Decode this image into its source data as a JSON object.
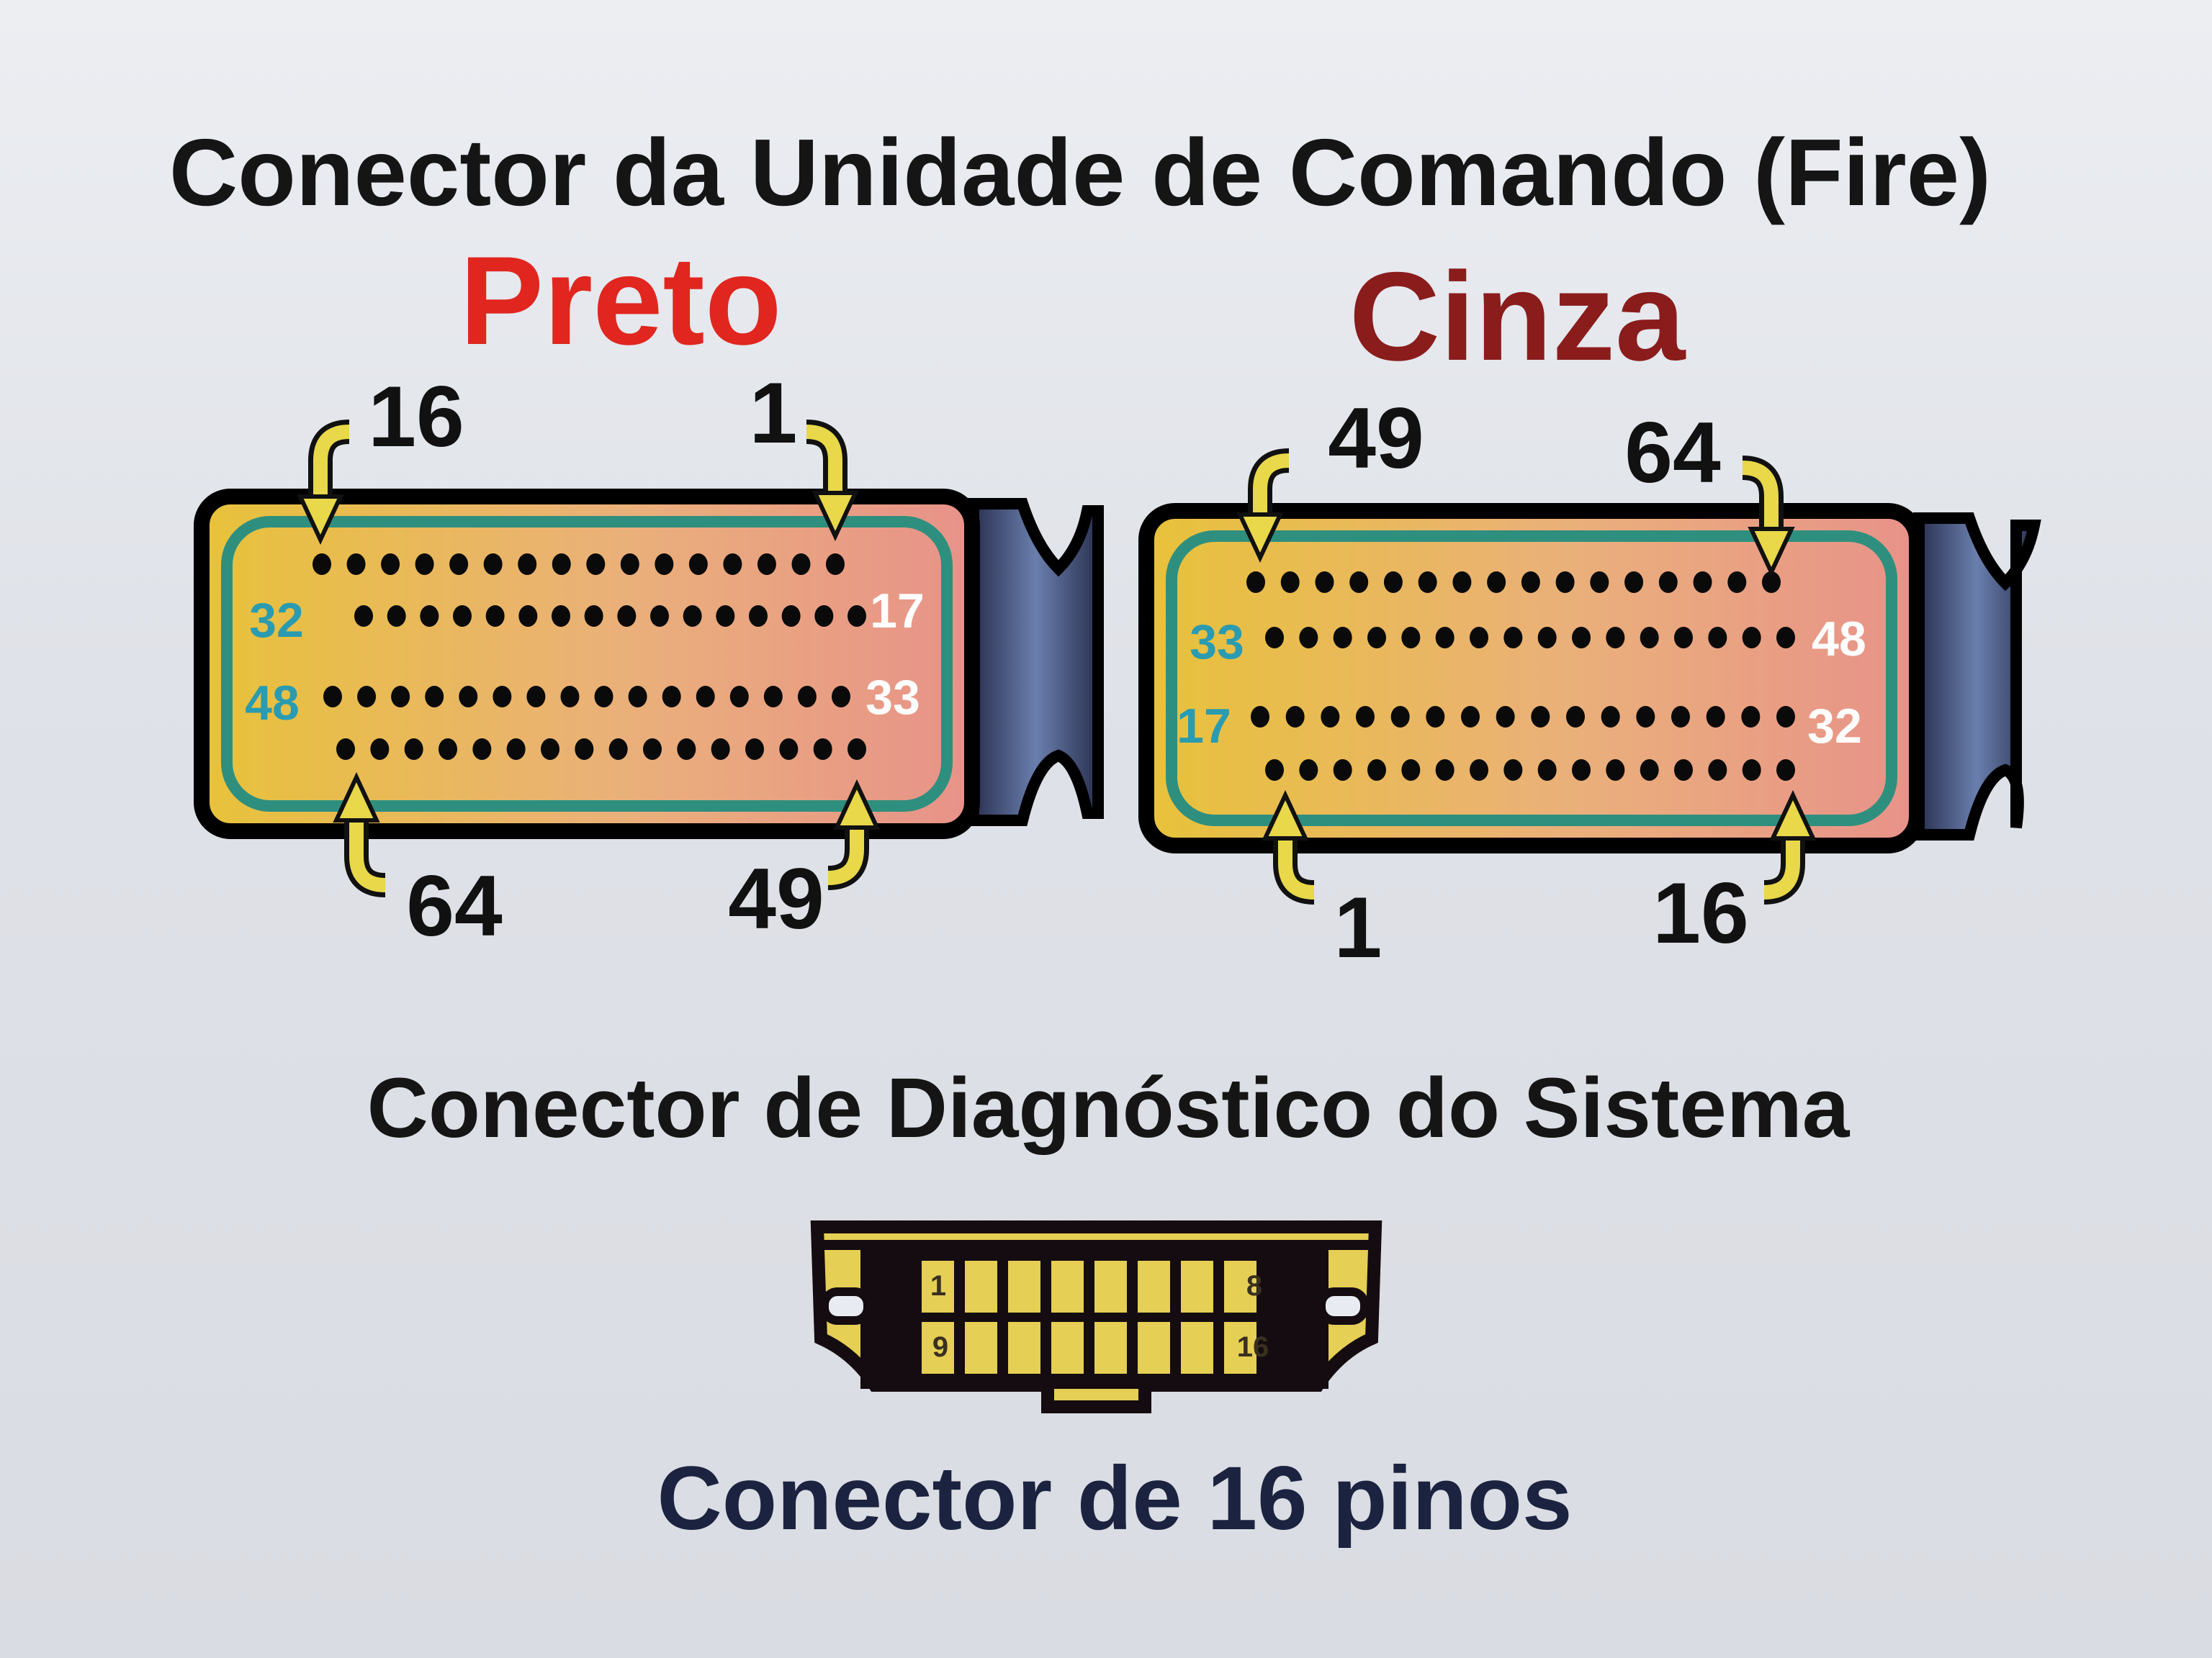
{
  "title": "Conector da Unidade de Comando (Fire)",
  "ecu_connectors": [
    {
      "name": "Preto",
      "color": "#e0261f",
      "pins_per_row": 16,
      "rows": 4,
      "corner_labels": {
        "top_left": "16",
        "top_right": "1",
        "bottom_left": "64",
        "bottom_right": "49"
      },
      "side_labels": {
        "row2_left": "32",
        "row3_left": "48",
        "row2_right": "17",
        "row3_right": "33"
      }
    },
    {
      "name": "Cinza",
      "color": "#8a1c1c",
      "pins_per_row": 16,
      "rows": 4,
      "corner_labels": {
        "top_left": "49",
        "top_right": "64",
        "bottom_left": "1",
        "bottom_right": "16"
      },
      "side_labels": {
        "row2_left": "33",
        "row3_left": "17",
        "row2_right": "48",
        "row3_right": "32"
      }
    }
  ],
  "diagnostic": {
    "title": "Conector de Diagnóstico do Sistema",
    "pin_labels": {
      "top_left": "1",
      "top_right": "8",
      "bottom_left": "9",
      "bottom_right": "16"
    },
    "caption": "Conector de 16 pinos"
  },
  "colors": {
    "body_yellow": "#e8c23a",
    "body_pink": "#e89a8a",
    "seal_teal": "#2f8f7f",
    "side_label_teal": "#2a9bb0",
    "caption_navy": "#1c2340"
  }
}
